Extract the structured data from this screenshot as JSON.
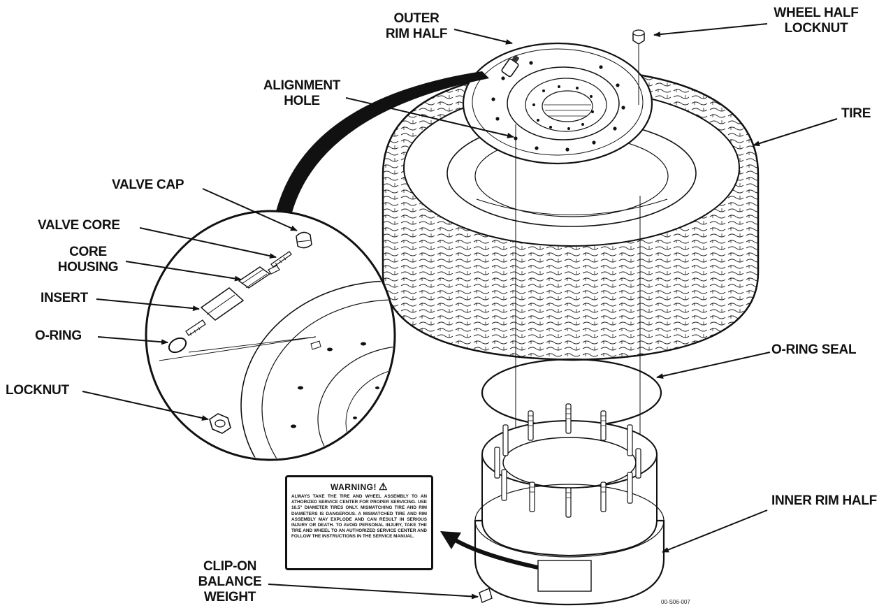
{
  "labels": {
    "outer_rim_half": [
      "OUTER",
      "RIM HALF"
    ],
    "wheel_half_locknut": [
      "WHEEL HALF",
      "LOCKNUT"
    ],
    "alignment_hole": [
      "ALIGNMENT",
      "HOLE"
    ],
    "tire": "TIRE",
    "valve_cap": "VALVE CAP",
    "valve_core": "VALVE CORE",
    "core_housing": [
      "CORE",
      "HOUSING"
    ],
    "insert": "INSERT",
    "o_ring": "O-RING",
    "o_ring_seal": "O-RING SEAL",
    "locknut": "LOCKNUT",
    "inner_rim_half": "INNER RIM HALF",
    "clip_on_balance_weight": [
      "CLIP-ON",
      "BALANCE",
      "WEIGHT"
    ]
  },
  "warning": {
    "title": "WARNING!",
    "text": "ALWAYS TAKE THE TIRE AND WHEEL ASSEMBLY TO AN ATHORIZED SERVICE CENTER FOR PROPER SERVICING. USE 16.5\" DIAMETER TIRES ONLY. MISMATCHING TIRE AND RIM DIAMETERS IS DANGEROUS. A MISMATCHED TIRE AND RIM ASSEMBLY MAY EXPLODE AND CAN RESULT IN SERIOUS INJURY OR DEATH. TO AVOID PERSONAL INJURY, TAKE THE TIRE AND WHEEL TO AN AUTHORIZED SERVICE CENTER AND FOLLOW THE INSTRUCTIONS IN THE SERVICE MANUAL."
  },
  "doc_code": "00-S06-007"
}
